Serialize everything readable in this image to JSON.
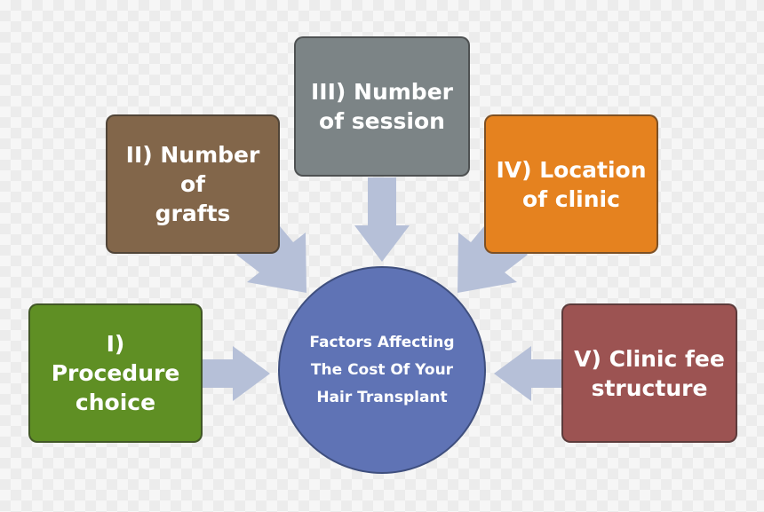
{
  "center": {
    "line1": "Factors Affecting",
    "line2": "The Cost Of Your",
    "line3": "Hair Transplant",
    "color": "#5f73b5"
  },
  "factors": [
    {
      "line1": "I) Procedure",
      "line2": "choice",
      "color": "#5f8f24"
    },
    {
      "line1": "II) Number of",
      "line2": "grafts",
      "color": "#82664a"
    },
    {
      "line1": "III) Number",
      "line2": "of session",
      "color": "#7c8486"
    },
    {
      "line1": "IV) Location",
      "line2": "of clinic",
      "color": "#e5821f"
    },
    {
      "line1": "V) Clinic fee",
      "line2": "structure",
      "color": "#9c5352"
    }
  ],
  "arrow_color": "#b6c0d8"
}
